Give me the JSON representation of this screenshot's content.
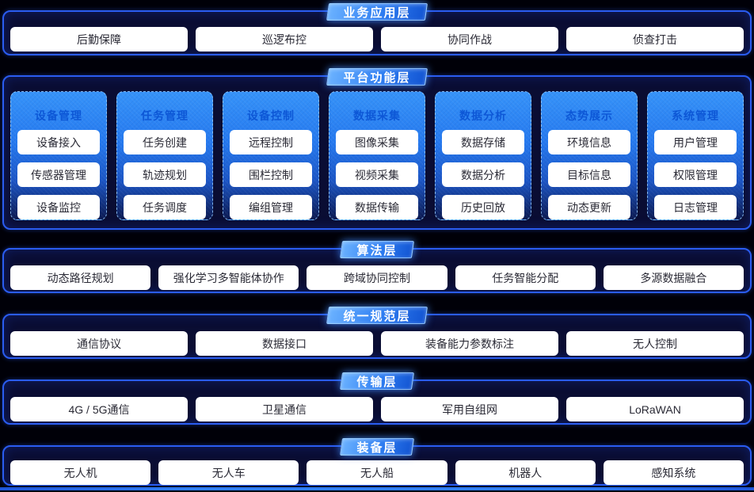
{
  "layers": [
    {
      "id": "business",
      "title": "业务应用层",
      "items": [
        "后勤保障",
        "巡逻布控",
        "协同作战",
        "侦查打击"
      ]
    },
    {
      "id": "platform",
      "title": "平台功能层",
      "columns": [
        {
          "title": "设备管理",
          "items": [
            "设备接入",
            "传感器管理",
            "设备监控"
          ]
        },
        {
          "title": "任务管理",
          "items": [
            "任务创建",
            "轨迹规划",
            "任务调度"
          ]
        },
        {
          "title": "设备控制",
          "items": [
            "远程控制",
            "围栏控制",
            "编组管理"
          ]
        },
        {
          "title": "数据采集",
          "items": [
            "图像采集",
            "视频采集",
            "数据传输"
          ]
        },
        {
          "title": "数据分析",
          "items": [
            "数据存储",
            "数据分析",
            "历史回放"
          ]
        },
        {
          "title": "态势展示",
          "items": [
            "环境信息",
            "目标信息",
            "动态更新"
          ]
        },
        {
          "title": "系统管理",
          "items": [
            "用户管理",
            "权限管理",
            "日志管理"
          ]
        }
      ]
    },
    {
      "id": "algorithm",
      "title": "算法层",
      "items": [
        "动态路径规划",
        "强化学习多智能体协作",
        "跨域协同控制",
        "任务智能分配",
        "多源数据融合"
      ]
    },
    {
      "id": "specification",
      "title": "统一规范层",
      "items": [
        "通信协议",
        "数据接口",
        "装备能力参数标注",
        "无人控制"
      ]
    },
    {
      "id": "transport",
      "title": "传输层",
      "items": [
        "4G / 5G通信",
        "卫星通信",
        "军用自组网",
        "LoRaWAN"
      ]
    },
    {
      "id": "equipment",
      "title": "装备层",
      "items": [
        "无人机",
        "无人车",
        "无人船",
        "机器人",
        "感知系统"
      ]
    }
  ],
  "colors": {
    "background": "#000008",
    "band_fill": "#0a0d33",
    "band_border": "#2a5cf0",
    "badge_gradient_start": "#6cb3ff",
    "badge_gradient_end": "#1254d2",
    "column_top": "#3693f9",
    "column_bottom": "#0b1950",
    "column_title_text": "#0d57d6",
    "item_fill": "#ffffff",
    "item_text": "#2a2a35",
    "bottom_bar": "#2f7ef5"
  }
}
